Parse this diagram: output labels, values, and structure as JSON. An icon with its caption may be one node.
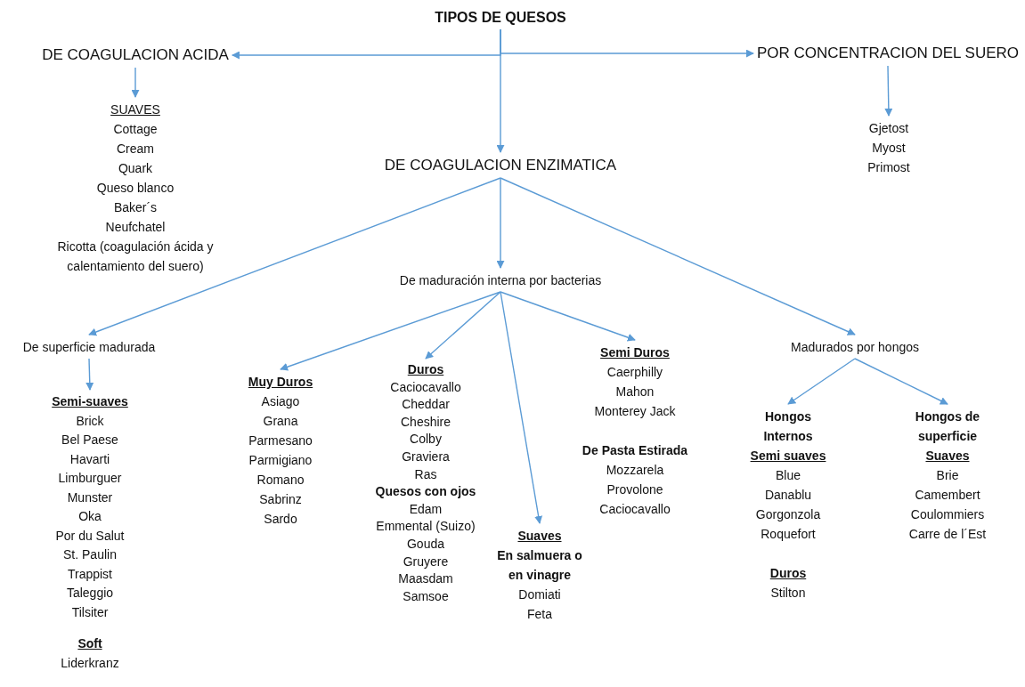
{
  "diagram": {
    "nodes": [
      {
        "text": [
          "TIPOS DE QUESOS"
        ]
      },
      {
        "text": [
          "DE COAGULACION ACIDA"
        ]
      },
      {
        "text": [
          "POR CONCENTRACION DEL SUERO"
        ]
      },
      {
        "text": [
          "DE COAGULACION ENZIMATICA"
        ]
      },
      {
        "text": [
          "SUAVES",
          "Cottage",
          "Cream",
          "Quark",
          "Queso blanco",
          "Baker´s",
          "Neufchatel",
          "Ricotta (coagulación ácida y calentamiento del suero)"
        ]
      },
      {
        "text": [
          "Gjetost",
          "Myost",
          "Primost"
        ]
      },
      {
        "text": [
          "De maduración interna por bacterias"
        ]
      },
      {
        "text": [
          "De superficie madurada"
        ]
      },
      {
        "text": [
          "Madurados por hongos"
        ]
      },
      {
        "text": [
          "Semi-suaves",
          "Brick",
          "Bel Paese",
          "Havarti",
          "Limburguer",
          "Munster",
          "Oka",
          "Por du Salut",
          "St. Paulin",
          "Trappist",
          "Taleggio",
          "Tilsiter",
          "Soft",
          "Liderkranz"
        ]
      },
      {
        "text": [
          "Muy Duros",
          "Asiago",
          "Grana",
          "Parmesano",
          "Parmigiano",
          "Romano",
          "Sabrinz",
          "Sardo"
        ]
      },
      {
        "text": [
          "Duros",
          "Caciocavallo",
          "Cheddar",
          "Cheshire",
          "Colby",
          "Graviera",
          "Ras",
          "Quesos con ojos",
          "Edam",
          "Emmental (Suizo)",
          "Gouda",
          "Gruyere",
          "Maasdam",
          "Samsoe"
        ]
      },
      {
        "text": [
          "Suaves",
          "En salmuera o en vinagre",
          "Domiati",
          "Feta"
        ]
      },
      {
        "text": [
          "Semi Duros",
          "Caerphilly",
          "Mahon",
          "Monterey Jack",
          "De Pasta Estirada",
          "Mozzarela",
          "Provolone",
          "Caciocavallo"
        ]
      },
      {
        "text": [
          "Hongos Internos",
          "Semi suaves",
          "Blue",
          "Danablu",
          "Gorgonzola",
          "Roquefort",
          "Duros",
          "Stilton"
        ]
      },
      {
        "text": [
          "Hongos de superficie",
          "Suaves",
          "Brie",
          "Camembert",
          "Coulommiers",
          "Carre de l´Est"
        ]
      }
    ],
    "edges": [
      {
        "from": 0,
        "to": 1,
        "arrow": "to"
      },
      {
        "from": 0,
        "to": 2,
        "arrow": "to"
      },
      {
        "from": 0,
        "to": 3,
        "arrow": "to"
      },
      {
        "from": 1,
        "to": 4,
        "arrow": "to"
      },
      {
        "from": 2,
        "to": 5,
        "arrow": "to"
      },
      {
        "from": 3,
        "to": 7,
        "arrow": "to"
      },
      {
        "from": 3,
        "to": 6,
        "arrow": "to"
      },
      {
        "from": 3,
        "to": 8,
        "arrow": "to"
      },
      {
        "from": 7,
        "to": 9,
        "arrow": "to"
      },
      {
        "from": 6,
        "to": 10,
        "arrow": "to"
      },
      {
        "from": 6,
        "to": 11,
        "arrow": "to"
      },
      {
        "from": 6,
        "to": 12,
        "arrow": "to"
      },
      {
        "from": 6,
        "to": 13,
        "arrow": "to"
      },
      {
        "from": 8,
        "to": 14,
        "arrow": "to"
      },
      {
        "from": 8,
        "to": 15,
        "arrow": "to"
      }
    ]
  }
}
